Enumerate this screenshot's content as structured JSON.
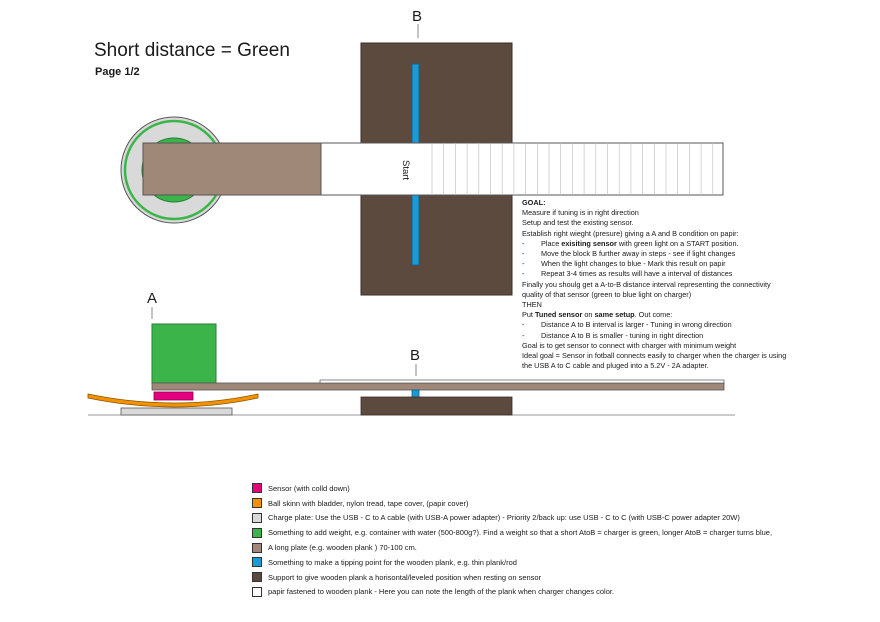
{
  "header": {
    "title": "Short distance = Green",
    "page": "Page 1/2"
  },
  "labels": {
    "b_top": "B",
    "b_side": "B",
    "a_side": "A",
    "start": "Start"
  },
  "colors": {
    "sensor": "#e5007e",
    "ball": "#f39200",
    "charge_plate": "#d9d9d9",
    "weight": "#3bb54a",
    "plank": "#a08878",
    "tipping": "#1a9ad6",
    "support": "#5d4a3f",
    "paper": "#ffffff"
  },
  "goal": {
    "heading": "GOAL:",
    "lines": [
      "Measure if tuning is in right direction",
      "Setup and test the existing sensor.",
      "Establish right wieght (presure) giving a A and B condition on papir:"
    ],
    "steps1": [
      {
        "pre": "Place ",
        "bold": "exisiting sensor",
        "post": " with green light on a START position."
      },
      {
        "pre": "Move the block B further away in steps - see if light changes",
        "bold": "",
        "post": ""
      },
      {
        "pre": "When the light changes to blue - Mark this result on papir",
        "bold": "",
        "post": ""
      },
      {
        "pre": "Repeat 3-4 times as results will have a interval of distances",
        "bold": "",
        "post": ""
      }
    ],
    "finally": [
      "Finally you shoulg get a A-to-B distance interval representing the connectivity",
      "quality of that sensor (green to blue light on charger)"
    ],
    "then": "THEN",
    "put_pre": "Put ",
    "put_bold1": "Tuned sensor",
    "put_mid": " on ",
    "put_bold2": "same setup",
    "put_post": ". Out come:",
    "steps2": [
      "Distance A to B interval is larger - Tuning in wrong direction",
      "Distance A to B is smaller - tuning in right direction"
    ],
    "closing": [
      "Goal is to get sensor to connect with charger with minimum weight",
      "Ideal goal = Sensor in fotball connects  easily to charger when the charger is using",
      " the USB A to C cable and pluged into a 5.2V - 2A adapter."
    ]
  },
  "legend": [
    {
      "key": "sensor",
      "text": "Sensor (with colld down)"
    },
    {
      "key": "ball",
      "text": "Ball skinn with bladder, nylon tread, tape cover, (papir cover)"
    },
    {
      "key": "charge_plate",
      "text": "Charge plate: Use the USB - C to A cable (with USB-A power adapter) - Priority 2/back up: use USB - C to C (with USB-C power adapter 20W)"
    },
    {
      "key": "weight",
      "text": "Something to add weight, e.g. container with water (500-800g?).  Find a weight so that a short AtoB = charger is green,  longer AtoB = charger turns blue,"
    },
    {
      "key": "plank",
      "text": "A long plate (e.g. wooden plank ) 70-100 cm."
    },
    {
      "key": "tipping",
      "text": "Something to make a tipping point for the wooden plank, e.g. thin plank/rod"
    },
    {
      "key": "support",
      "text": "Support to give wooden plank a horisontal/leveled position when resting on sensor"
    },
    {
      "key": "paper",
      "text": "papir fastened to wooden plank - Here you can note the length of the plank when charger changes color."
    }
  ]
}
